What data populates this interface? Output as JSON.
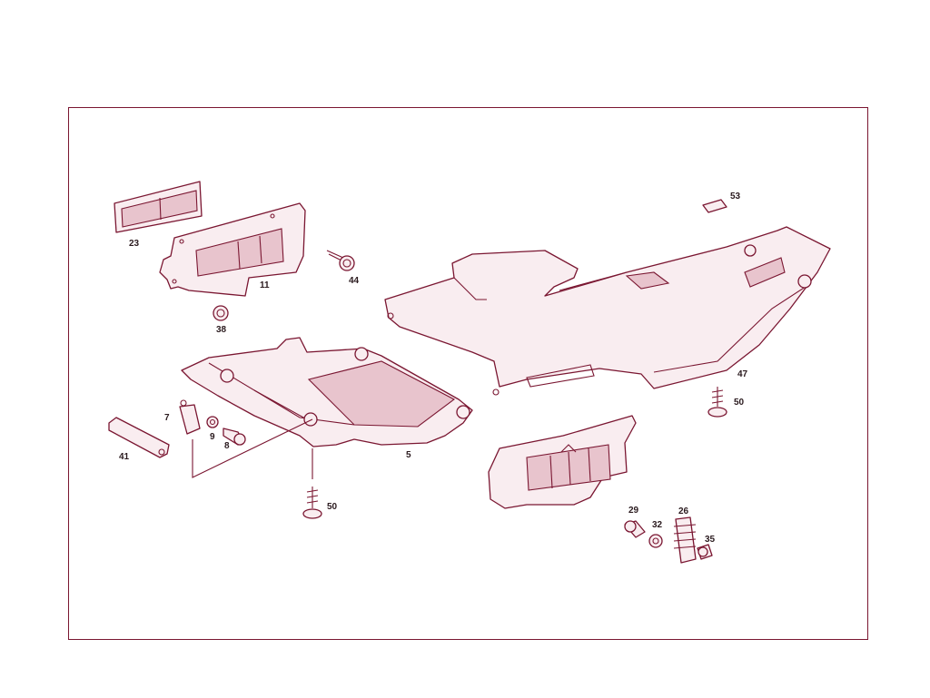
{
  "colors": {
    "line": "#7a1631",
    "fill": "#f9edf0",
    "shade": "#e8c4cd",
    "label": "#2a1a1e"
  },
  "callouts": {
    "p23": "23",
    "p11": "11",
    "p44": "44",
    "p38": "38",
    "p7": "7",
    "p9": "9",
    "p8": "8",
    "p41": "41",
    "p5": "5",
    "p50a": "50",
    "p50b": "50",
    "p53": "53",
    "p47": "47",
    "p29": "29",
    "p32": "32",
    "p26": "26",
    "p35": "35"
  }
}
